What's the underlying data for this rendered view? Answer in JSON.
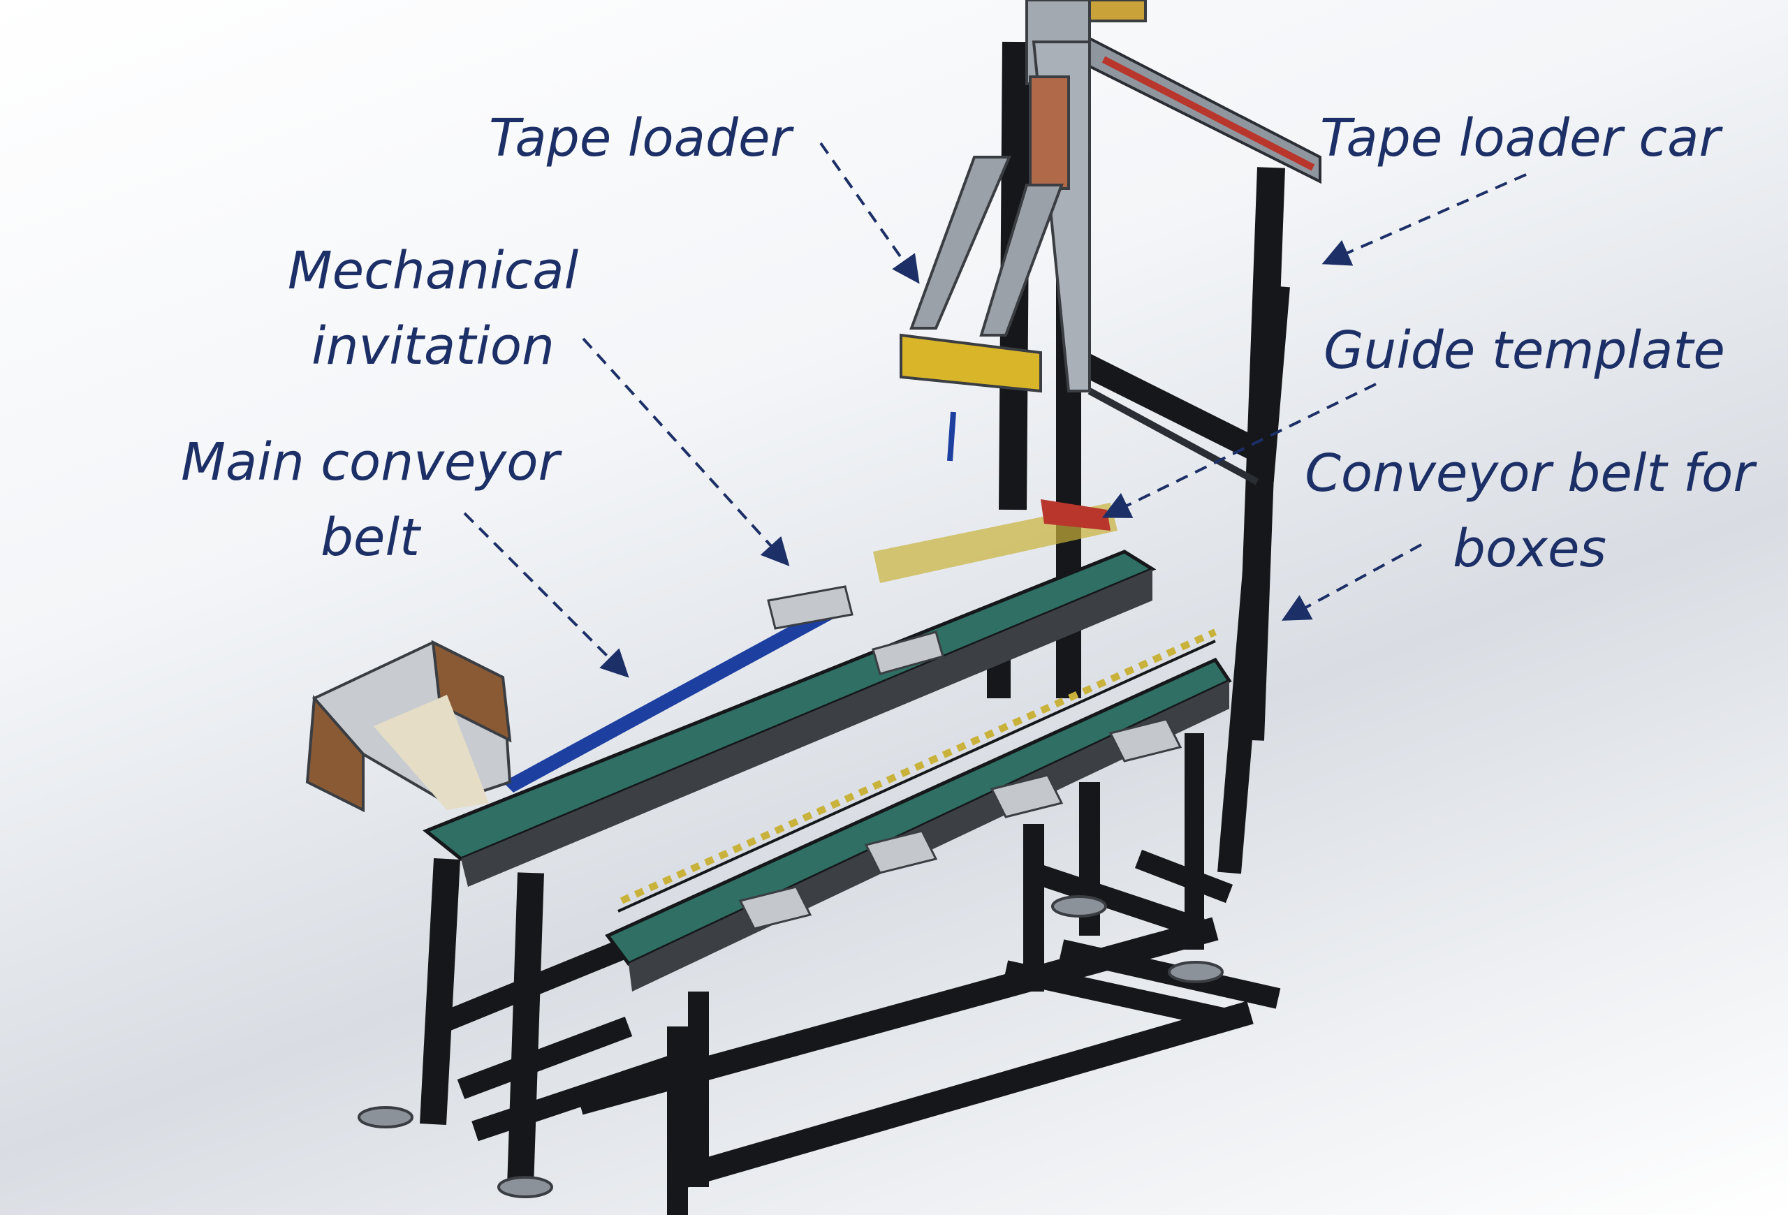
{
  "labels": {
    "tape_loader": "Tape loader",
    "tape_loader_car": "Tape loader car",
    "mechanical_invitation": [
      "Mechanical",
      "invitation"
    ],
    "guide_template": "Guide template",
    "main_conveyor_belt": [
      "Main conveyor",
      "belt"
    ],
    "conveyor_belt_for_boxes": [
      "Conveyor belt for",
      "boxes"
    ]
  },
  "colors": {
    "label_text": "#1c2f66",
    "arrow": "#1c2f66",
    "frame_black": "#15171a",
    "belt_teal": "#2f6f64",
    "belt_blue": "#1d3fa0",
    "steel_gray": "#9aa1a8",
    "rail_red": "#b8362c",
    "box_brown": "#8a5a34",
    "plate_yellow": "#d9b52a",
    "panel_copper": "#b06a4a"
  }
}
